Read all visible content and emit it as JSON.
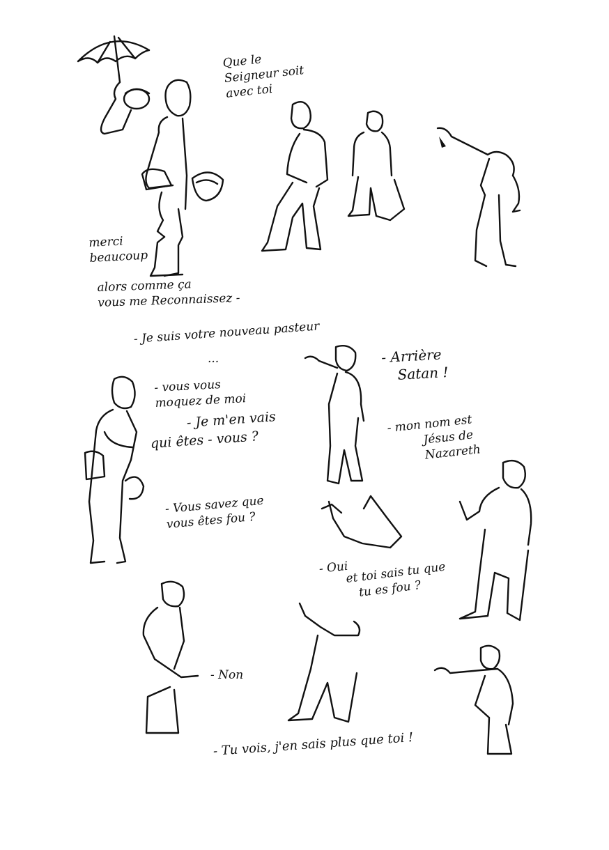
{
  "palette": {
    "ink": "#111111",
    "paper": "#ffffff"
  },
  "captions": {
    "seigneur": [
      "Que le",
      "Seigneur soit",
      "avec toi"
    ],
    "merci": [
      "merci",
      "beaucoup"
    ],
    "alors": [
      "alors comme ça",
      "vous me Reconnaissez -"
    ],
    "pasteur": "- Je suis votre nouveau pasteur",
    "ellipsis": "...",
    "arriere": [
      "- Arrière",
      "Satan !"
    ],
    "moquez": [
      "- vous vous",
      "moquez de moi"
    ],
    "jemenvais": "- Je m'en vais",
    "quietes": "qui êtes - vous ?",
    "monnom": [
      "- mon nom est",
      "Jésus de",
      "Nazareth"
    ],
    "fou1": [
      "- Vous savez que",
      "vous êtes fou ?"
    ],
    "oui": "- Oui",
    "etoi": [
      "et toi sais tu que",
      "tu es fou ?"
    ],
    "non": "- Non",
    "tuvois": "- Tu vois, j'en sais plus que toi !"
  }
}
